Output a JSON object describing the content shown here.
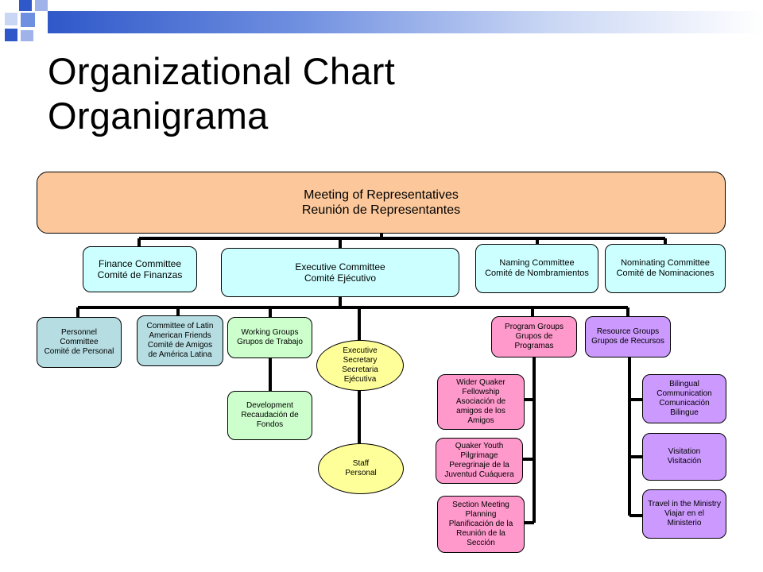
{
  "colors": {
    "top": "#fcc89b",
    "committee": "#ccffff",
    "personnel": "#b5dde2",
    "working": "#ccffcc",
    "executive_secretary": "#ffff99",
    "program": "#ff99cc",
    "resource": "#cc99ff",
    "title_bar": "#2f58c9"
  },
  "title": {
    "line1": "Organizational Chart",
    "line2": "Organigrama"
  },
  "nodes": {
    "top": {
      "en": "Meeting of Representatives",
      "es": "Reunión de Representantes"
    },
    "finance": {
      "en": "Finance Committee",
      "es": "Comité de Finanzas"
    },
    "executive": {
      "en": "Executive Committee",
      "es": "Comité Ejécutivo"
    },
    "naming": {
      "en": "Naming Committee",
      "es": "Comité de Nombramientos"
    },
    "nominating": {
      "en": "Nominating Committee",
      "es": "Comité de Nominaciones"
    },
    "personnel": {
      "l1": "Personnel",
      "l2": "Committee",
      "l3": "Comité de Personal"
    },
    "latin": {
      "l1": "Committee of Latin",
      "l2": "American Friends",
      "l3": "Comité de Amigos",
      "l4": "de América Latina"
    },
    "working": {
      "l1": "Working Groups",
      "l2": "Grupos de Trabajo"
    },
    "exec_secretary": {
      "l1": "Executive",
      "l2": "Secretary",
      "l3": "Secretaria",
      "l4": "Ejécutiva"
    },
    "program": {
      "l1": "Program Groups",
      "l2": "Grupos de",
      "l3": "Programas"
    },
    "resource": {
      "l1": "Resource Groups",
      "l2": "Grupos de Recursos"
    },
    "development": {
      "l1": "Development",
      "l2": "Recaudación de",
      "l3": "Fondos"
    },
    "staff": {
      "l1": "Staff",
      "l2": "Personal"
    },
    "wider_quaker": {
      "l1": "Wider Quaker",
      "l2": "Fellowship",
      "l3": "Asociación de",
      "l4": "amigos de los",
      "l5": "Amigos"
    },
    "youth": {
      "l1": "Quaker Youth",
      "l2": "Pilgrimage",
      "l3": "Peregrinaje de la",
      "l4": "Juventud Cuáquera"
    },
    "section": {
      "l1": "Section Meeting",
      "l2": "Planning",
      "l3": "Planificación de la",
      "l4": "Reunión de la",
      "l5": "Sección"
    },
    "bilingual": {
      "l1": "Bilingual",
      "l2": "Communication",
      "l3": "Comunicación",
      "l4": "Bilingue"
    },
    "visitation": {
      "l1": "Visitation",
      "l2": "Visitación"
    },
    "travel": {
      "l1": "Travel in the Ministry",
      "l2": "Viajar en el",
      "l3": "Ministerio"
    }
  }
}
